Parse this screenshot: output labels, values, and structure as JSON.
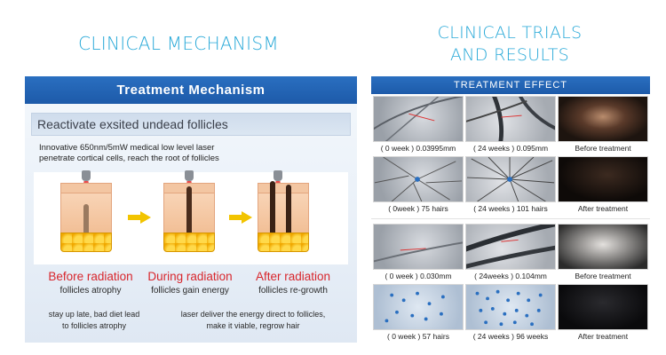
{
  "headings": {
    "left": "CLINICAL MECHANISM",
    "right_line1": "CLINICAL TRIALS",
    "right_line2": "AND RESULTS"
  },
  "mechanism": {
    "title": "Treatment Mechanism",
    "subtitle": "Reactivate exsited undead follicles",
    "description_line1": "Innovative 650nm/5mW medical low level laser",
    "description_line2": "penetrate cortical cells, reach the root of follicles",
    "stages": [
      {
        "label": "Before radiation",
        "effect": "follicles atrophy"
      },
      {
        "label": "During radiation",
        "effect": "follicles gain energy"
      },
      {
        "label": "After radiation",
        "effect": "follicles re-growth"
      }
    ],
    "notes": [
      {
        "line1": "stay up late, bad diet lead",
        "line2": "to follicles atrophy"
      },
      {
        "line1": "laser deliver the energy direct to follicles,",
        "line2": "make it viable, regrow hair"
      }
    ],
    "colors": {
      "header": "#1d5aa9",
      "stage_label": "#d8262c",
      "arrow": "#f2c400"
    }
  },
  "effect": {
    "title": "TREATMENT EFFECT",
    "captions": [
      [
        "( 0 week ) 0.03995mm",
        "( 24 weeks ) 0.095mm",
        "Before treatment"
      ],
      [
        "( 0week ) 75 hairs",
        "( 24 weeks ) 101 hairs",
        "After treatment"
      ],
      [
        "( 0 week ) 0.030mm",
        "( 24weeks ) 0.104mm",
        "Before treatment"
      ],
      [
        "( 0 week ) 57 hairs",
        "( 24 weeks ) 96 weeks",
        "After treatment"
      ]
    ]
  }
}
